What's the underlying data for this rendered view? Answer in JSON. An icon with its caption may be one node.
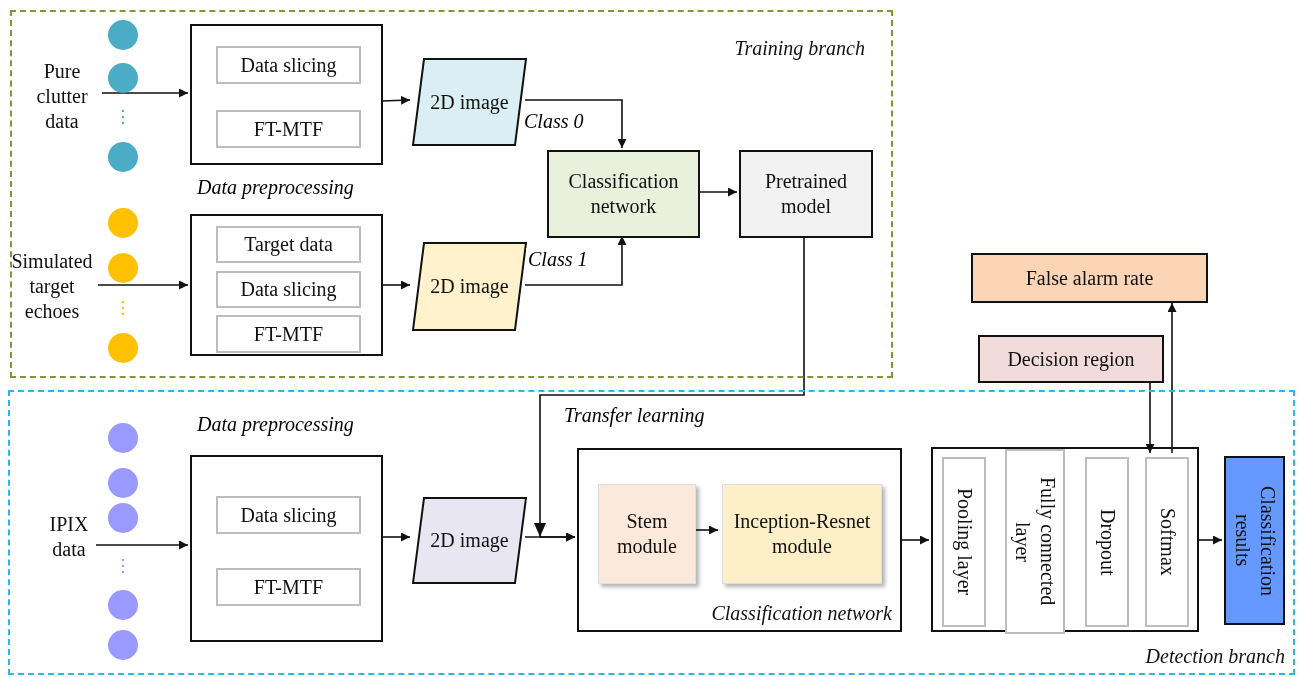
{
  "diagram": {
    "nodes": [
      {
        "text": [
          "Training branch"
        ]
      },
      {
        "text": [
          "Pure clutter data"
        ],
        "in": 0
      },
      {
        "text": [],
        "shape": "box",
        "in": 0
      },
      {
        "text": [
          "Data slicing"
        ],
        "in": 2
      },
      {
        "text": [
          "FT-MTF"
        ],
        "in": 2
      },
      {
        "text": [
          "2D image"
        ],
        "in": 0
      },
      {
        "text": [
          "Simulated target echoes"
        ],
        "in": 0
      },
      {
        "text": [],
        "shape": "box",
        "in": 0
      },
      {
        "text": [
          "Target data"
        ],
        "in": 7
      },
      {
        "text": [
          "Data slicing"
        ],
        "in": 7
      },
      {
        "text": [
          "FT-MTF"
        ],
        "in": 7
      },
      {
        "text": [
          "2D image"
        ],
        "in": 0
      },
      {
        "text": [
          "Classification network"
        ],
        "in": 0
      },
      {
        "text": [
          "Pretrained model"
        ],
        "in": 0
      },
      {
        "text": [
          "False alarm rate"
        ]
      },
      {
        "text": [
          "Decision region"
        ]
      },
      {
        "text": [
          "Detection branch"
        ]
      },
      {
        "text": [
          "IPIX data"
        ],
        "in": 16
      },
      {
        "text": [],
        "shape": "box",
        "in": 16
      },
      {
        "text": [
          "Data slicing"
        ],
        "in": 18
      },
      {
        "text": [
          "FT-MTF"
        ],
        "in": 18
      },
      {
        "text": [
          "2D image"
        ],
        "in": 16
      },
      {
        "text": [
          "Classification network"
        ],
        "in": 16
      },
      {
        "text": [
          "Stem module"
        ],
        "in": 22
      },
      {
        "text": [
          "Inception-Resnet module"
        ],
        "in": 22
      },
      {
        "text": [],
        "shape": "box",
        "in": 16
      },
      {
        "text": [
          "Pooling layer"
        ],
        "in": 25
      },
      {
        "text": [
          "Fully connected layer"
        ],
        "in": 25
      },
      {
        "text": [
          "Dropout"
        ],
        "in": 25
      },
      {
        "text": [
          "Softmax"
        ],
        "in": 25
      },
      {
        "text": [
          "Classification results"
        ],
        "in": 16
      }
    ],
    "edges": [
      {
        "from": 1,
        "to": 2,
        "arrow": "to"
      },
      {
        "from": 2,
        "to": 5,
        "arrow": "to"
      },
      {
        "from": 5,
        "to": 12,
        "arrow": "to",
        "label": "Class 0"
      },
      {
        "from": 6,
        "to": 7,
        "arrow": "to"
      },
      {
        "from": 7,
        "to": 11,
        "arrow": "to"
      },
      {
        "from": 11,
        "to": 12,
        "arrow": "to",
        "label": "Class 1"
      },
      {
        "from": 12,
        "to": 13,
        "arrow": "to"
      },
      {
        "from": 13,
        "to": 22,
        "arrow": "to",
        "label": "Transfer learning"
      },
      {
        "from": 17,
        "to": 18,
        "arrow": "to"
      },
      {
        "from": 18,
        "to": 21,
        "arrow": "to"
      },
      {
        "from": 21,
        "to": 22,
        "arrow": "to"
      },
      {
        "from": 23,
        "to": 24,
        "arrow": "to"
      },
      {
        "from": 22,
        "to": 25,
        "arrow": "to"
      },
      {
        "from": 25,
        "to": 30,
        "arrow": "to"
      },
      {
        "from": 15,
        "to": 29,
        "arrow": "to"
      },
      {
        "from": 29,
        "to": 14,
        "arrow": "to"
      }
    ],
    "labels": [
      "Data preprocessing",
      "Data preprocessing"
    ]
  }
}
